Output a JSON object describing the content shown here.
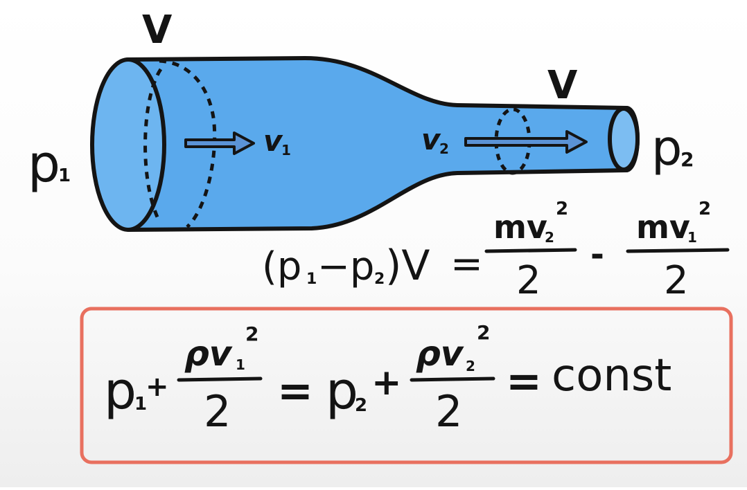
{
  "colors": {
    "fluid": "#5aa9ec",
    "fluid_dark": "#3a8fd9",
    "ink": "#141414",
    "box_border": "#e8705f",
    "arrow_fill": "#5b93d6"
  },
  "diagram": {
    "label_volume_left": "V",
    "label_volume_right": "V",
    "label_pressure_left": {
      "base": "p",
      "sub": "1"
    },
    "label_pressure_right": {
      "base": "p",
      "sub": "2"
    },
    "label_velocity_left": {
      "base": "v",
      "sub": "1"
    },
    "label_velocity_right": {
      "base": "v",
      "sub": "2"
    }
  },
  "equation_work": {
    "lhs": "(p",
    "lhs_sub1": "1",
    "lhs_minus": "−p",
    "lhs_sub2": "2",
    "lhs_close": ")V",
    "equals": "=",
    "frac1_num": "mv",
    "frac1_sub": "2",
    "frac1_sup": "2",
    "frac1_den": "2",
    "minus": "-",
    "frac2_num": "mv",
    "frac2_sub": "1",
    "frac2_sup": "2",
    "frac2_den": "2"
  },
  "equation_bernoulli": {
    "p1": "p",
    "p1_sub": "1",
    "plus1": "+",
    "frac1_num": "ρv",
    "frac1_sub": "1",
    "frac1_sup": "2",
    "frac1_den": "2",
    "equals1": "=",
    "p2": "p",
    "p2_sub": "2",
    "plus2": "+",
    "frac2_num": "ρv",
    "frac2_sub": "2",
    "frac2_sup": "2",
    "frac2_den": "2",
    "equals2": "=",
    "const": "const"
  }
}
